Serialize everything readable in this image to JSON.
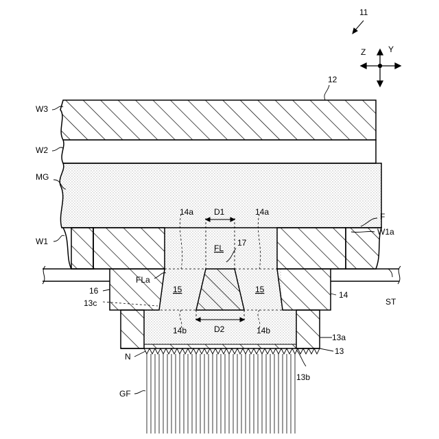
{
  "figure": {
    "ref_main": "11",
    "ref_body": "12",
    "axes": {
      "z": "Z",
      "y": "Y"
    },
    "labels": {
      "w3": "W3",
      "w2": "W2",
      "mg": "MG",
      "w1": "W1",
      "w1a": "W1a",
      "f": "F",
      "st": "ST",
      "n": "N",
      "gf": "GF",
      "fl": "FL",
      "fla": "FLa",
      "d1": "D1",
      "d2": "D2",
      "l14a_left": "14a",
      "l14a_right": "14a",
      "l14b_left": "14b",
      "l14b_right": "14b",
      "l15_left": "15",
      "l15_right": "15",
      "l16": "16",
      "l17": "17",
      "l14": "14",
      "l13": "13",
      "l13a": "13a",
      "l13b": "13b",
      "l13c": "13c"
    }
  }
}
